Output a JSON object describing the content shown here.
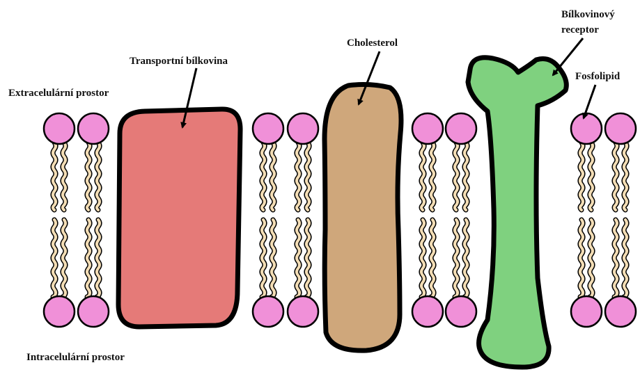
{
  "labels": {
    "extracellular": "Extracelulární prostor",
    "intracellular": "Intracelulární prostor",
    "transport_protein": "Transportní bílkovina",
    "cholesterol": "Cholesterol",
    "receptor_line1": "Bílkovinový",
    "receptor_line2": "receptor",
    "phospholipid": "Fosfolipid"
  },
  "colors": {
    "phospholipid_head": "#f090d8",
    "phospholipid_tail": "#f3ddb5",
    "transport_protein": "#e57a78",
    "cholesterol": "#cfa77b",
    "receptor": "#7fd17f",
    "outline": "#000000"
  }
}
